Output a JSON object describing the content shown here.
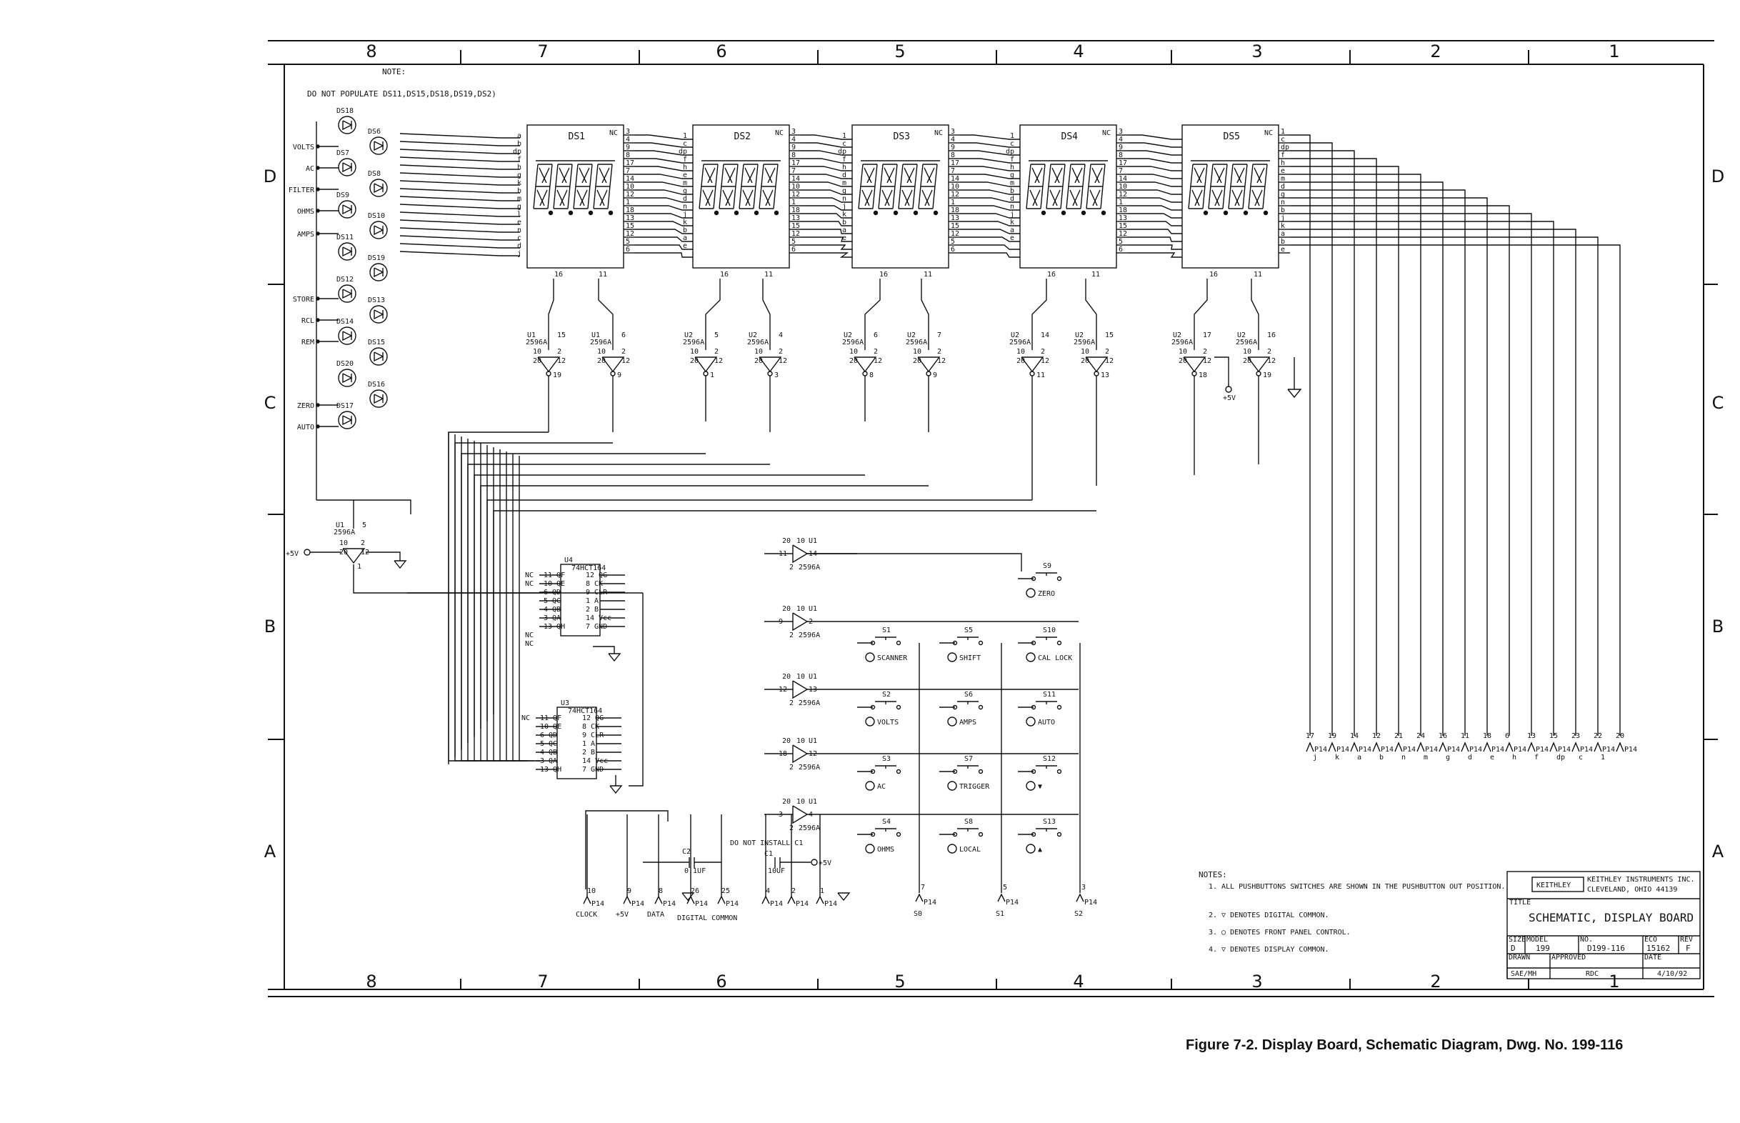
{
  "border_zones": {
    "columns": [
      "8",
      "7",
      "6",
      "5",
      "4",
      "3",
      "2",
      "1"
    ],
    "rows": [
      "D",
      "C",
      "B",
      "A"
    ]
  },
  "note_header": "NOTE:",
  "note_text": "DO NOT POPULATE DS11,DS15,DS18,DS19,DS2)",
  "led_labels": [
    "VOLTS",
    "AC",
    "FILTER",
    "OHMS",
    "AMPS",
    "",
    "STORE",
    "RCL",
    "REM",
    "",
    "ZERO",
    "AUTO"
  ],
  "leds": [
    "DS18",
    "DS6",
    "DS7",
    "DS8",
    "DS9",
    "DS10",
    "DS11",
    "DS19",
    "DS12",
    "DS13",
    "DS14",
    "DS15",
    "DS20",
    "DS16",
    "DS17"
  ],
  "displays": [
    {
      "name": "DS1",
      "left_pins": [
        "a",
        "b",
        "dp",
        "f",
        "h",
        "g",
        "k",
        "b",
        "m",
        "g",
        "l",
        "e",
        "n",
        "c",
        "d",
        "j"
      ],
      "right_pins": [
        "3",
        "4",
        "9",
        "8",
        "17",
        "7",
        "14",
        "10",
        "12",
        "1",
        "18",
        "13",
        "15",
        "12",
        "5",
        "6"
      ]
    },
    {
      "name": "DS2",
      "left_pins": [
        "1",
        "c",
        "dp",
        "f",
        "h",
        "e",
        "m",
        "g",
        "d",
        "n",
        "j",
        "k",
        "b",
        "a",
        "e"
      ],
      "right_pins": [
        "3",
        "4",
        "9",
        "8",
        "17",
        "7",
        "14",
        "10",
        "12",
        "1",
        "18",
        "13",
        "15",
        "12",
        "5",
        "6"
      ]
    },
    {
      "name": "DS3",
      "left_pins": [
        "1",
        "c",
        "dp",
        "f",
        "h",
        "d",
        "m",
        "g",
        "n",
        "j",
        "k",
        "b",
        "a",
        "e"
      ],
      "right_pins": [
        "3",
        "4",
        "9",
        "8",
        "17",
        "7",
        "14",
        "10",
        "12",
        "1",
        "18",
        "13",
        "15",
        "12",
        "5",
        "6"
      ]
    },
    {
      "name": "DS4",
      "left_pins": [
        "1",
        "c",
        "dp",
        "f",
        "h",
        "g",
        "m",
        "b",
        "d",
        "n",
        "j",
        "k",
        "a",
        "e"
      ],
      "right_pins": [
        "3",
        "4",
        "9",
        "8",
        "17",
        "7",
        "14",
        "10",
        "12",
        "1",
        "18",
        "13",
        "15",
        "12",
        "5",
        "6"
      ]
    },
    {
      "name": "DS5",
      "left_pins": [],
      "right_pins": [
        "1",
        "c",
        "dp",
        "f",
        "h",
        "e",
        "m",
        "d",
        "g",
        "n",
        "b",
        "j",
        "k",
        "a",
        "b",
        "e"
      ]
    }
  ],
  "display_pin_nc": "NC",
  "display_bottom_pins": [
    "16",
    "11"
  ],
  "drivers": [
    {
      "ref": "U1",
      "part": "2596A",
      "pin_top": "15",
      "pin_out": "19"
    },
    {
      "ref": "U1",
      "part": "2596A",
      "pin_top": "6",
      "pin_out": "9"
    },
    {
      "ref": "U2",
      "part": "2596A",
      "pin_top": "5",
      "pin_out": "1"
    },
    {
      "ref": "U2",
      "part": "2596A",
      "pin_top": "4",
      "pin_out": "3"
    },
    {
      "ref": "U2",
      "part": "2596A",
      "pin_top": "6",
      "pin_out": "8"
    },
    {
      "ref": "U2",
      "part": "2596A",
      "pin_top": "7",
      "pin_out": "9"
    },
    {
      "ref": "U2",
      "part": "2596A",
      "pin_top": "14",
      "pin_out": "11"
    },
    {
      "ref": "U2",
      "part": "2596A",
      "pin_top": "15",
      "pin_out": "13"
    },
    {
      "ref": "U2",
      "part": "2596A",
      "pin_top": "17",
      "pin_out": "18"
    },
    {
      "ref": "U2",
      "part": "2596A",
      "pin_top": "16",
      "pin_out": "19"
    }
  ],
  "driver_pins": {
    "p10": "10",
    "p2": "2",
    "p20": "20",
    "p12": "12"
  },
  "power_label": "+5V",
  "u1_single": {
    "ref": "U1",
    "part": "2596A",
    "pin_top": "5",
    "pin_out": "1",
    "p10": "10",
    "p2": "2",
    "p20": "20",
    "p12": "12"
  },
  "u4": {
    "ref": "U4",
    "part": "74HCT164",
    "left": [
      "11 QF",
      "10 QE",
      "6 QD",
      "5 QC",
      "4 QB",
      "3 QA",
      "13 QH"
    ],
    "right": [
      "12 QG",
      "8 CK",
      "9 CLR",
      "1 A",
      "2 B",
      "14 Vcc",
      "7 GND"
    ],
    "nc": [
      "NC",
      "NC",
      "NC",
      "NC"
    ]
  },
  "u3": {
    "ref": "U3",
    "part": "74HCT164",
    "left": [
      "11 QF",
      "10 QE",
      "6 QD",
      "5 QC",
      "4 QB",
      "3 QA",
      "13 QH"
    ],
    "right": [
      "12 QG",
      "8 CK",
      "9 CLR",
      "1 A",
      "2 B",
      "14 Vcc",
      "7 GND"
    ],
    "nc": [
      "NC"
    ]
  },
  "scan_drivers": [
    {
      "ref": "U1",
      "part": "2596A",
      "in": "11",
      "out": "14"
    },
    {
      "ref": "U1",
      "part": "2596A",
      "in": "9",
      "out": "2"
    },
    {
      "ref": "U1",
      "part": "2596A",
      "in": "12",
      "out": "13"
    },
    {
      "ref": "U1",
      "part": "2596A",
      "in": "18",
      "out": "12"
    },
    {
      "ref": "U1",
      "part": "2596A",
      "in": "3",
      "out": "4"
    }
  ],
  "switches": [
    {
      "ref": "S9",
      "label": "ZERO"
    },
    {
      "ref": "S1",
      "label": "SCANNER"
    },
    {
      "ref": "S5",
      "label": "SHIFT"
    },
    {
      "ref": "S10",
      "label": "CAL LOCK"
    },
    {
      "ref": "S2",
      "label": "VOLTS"
    },
    {
      "ref": "S6",
      "label": "AMPS"
    },
    {
      "ref": "S11",
      "label": "AUTO"
    },
    {
      "ref": "S3",
      "label": "AC"
    },
    {
      "ref": "S7",
      "label": "TRIGGER"
    },
    {
      "ref": "S12",
      "label": "▼"
    },
    {
      "ref": "S4",
      "label": "OHMS"
    },
    {
      "ref": "S8",
      "label": "LOCAL"
    },
    {
      "ref": "S13",
      "label": "▲"
    }
  ],
  "caps": {
    "c2_ref": "C2",
    "c2_val": "0.1UF",
    "c1_ref": "C1",
    "c1_val": "10UF",
    "do_not_install": "DO NOT INSTALL C1"
  },
  "p14_connectors_bottom": [
    {
      "pin": "10",
      "label": "CLOCK"
    },
    {
      "pin": "9",
      "label": "+5V"
    },
    {
      "pin": "8",
      "label": "DATA"
    },
    {
      "pin": "26",
      "label": ""
    },
    {
      "pin": "25",
      "label": ""
    },
    {
      "pin": "4",
      "label": ""
    },
    {
      "pin": "2",
      "label": ""
    },
    {
      "pin": "1",
      "label": ""
    }
  ],
  "p14_name": "P14",
  "digital_common": "DIGITAL COMMON",
  "sw_connectors": [
    {
      "pin": "7",
      "label": "S0"
    },
    {
      "pin": "5",
      "label": "S1"
    },
    {
      "pin": "3",
      "label": "S2"
    }
  ],
  "p14_right": {
    "pins": [
      "17",
      "19",
      "14",
      "12",
      "21",
      "24",
      "16",
      "11",
      "18",
      "6",
      "13",
      "15",
      "23",
      "22",
      "20"
    ],
    "labels": [
      "j",
      "k",
      "a",
      "b",
      "n",
      "m",
      "g",
      "d",
      "e",
      "h",
      "f",
      "dp",
      "c",
      "1",
      ""
    ]
  },
  "notes": {
    "header": "NOTES:",
    "items": [
      "1. ALL PUSHBUTTONS SWITCHES ARE SHOWN IN THE PUSHBUTTON OUT POSITION.",
      "2. ▽ DENOTES DIGITAL COMMON.",
      "3. ◯ DENOTES FRONT PANEL CONTROL.",
      "4. ▽ DENOTES DISPLAY COMMON."
    ]
  },
  "title_block": {
    "company": "KEITHLEY",
    "company_sub1": "KEITHLEY INSTRUMENTS INC.",
    "company_sub2": "CLEVELAND, OHIO 44139",
    "title_label": "TITLE",
    "title": "SCHEMATIC, DISPLAY BOARD",
    "size_label": "SIZE",
    "size": "D",
    "model_label": "MODEL",
    "model": "199",
    "no_label": "NO.",
    "number": "D199-116",
    "eco_label": "ECO",
    "eco": "15162",
    "rev_label": "REV",
    "rev": "F",
    "drawn_label": "DRAWN",
    "drawn": "SAE/MH",
    "approved_label": "APPROVED",
    "approved": "RDC",
    "date_label": "DATE",
    "date": "4/10/92"
  },
  "caption": "Figure 7-2. Display Board, Schematic Diagram, Dwg. No. 199-116"
}
